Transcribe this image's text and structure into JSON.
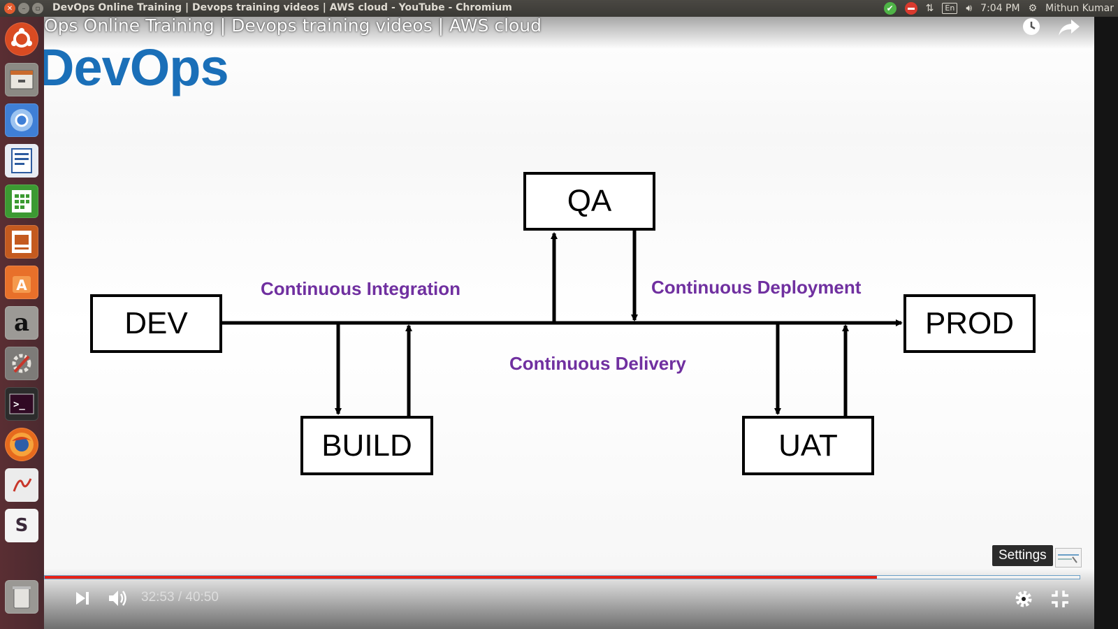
{
  "window": {
    "title": "DevOps Online Training | Devops training videos | AWS cloud - YouTube - Chromium"
  },
  "tray": {
    "language": "En",
    "time": "7:04 PM",
    "user": "Mithun Kumar"
  },
  "launcher": {
    "items": [
      {
        "name": "ubuntu-dash-icon",
        "color": "#d94b22"
      },
      {
        "name": "files-icon",
        "color": "#8c8a84"
      },
      {
        "name": "chromium-icon",
        "color": "#3f7fd6"
      },
      {
        "name": "writer-icon",
        "color": "#2d5b9f"
      },
      {
        "name": "calc-icon",
        "color": "#3c9a32"
      },
      {
        "name": "impress-icon",
        "color": "#c45a1f"
      },
      {
        "name": "software-center-icon",
        "color": "#e8702a"
      },
      {
        "name": "amazon-icon",
        "color": "#9c9a96"
      },
      {
        "name": "system-settings-icon",
        "color": "#7d7b78"
      },
      {
        "name": "terminal-icon",
        "color": "#2c2c2c"
      },
      {
        "name": "firefox-icon",
        "color": "#e66a1d"
      },
      {
        "name": "pdf-viewer-icon",
        "color": "#ececec"
      },
      {
        "name": "slack-icon",
        "color": "#f4f4f4"
      },
      {
        "name": "trash-icon",
        "color": "#9a9894"
      }
    ],
    "amazon_glyph": "a",
    "slack_glyph": "S"
  },
  "video": {
    "title": "Ops Online Training | Devops training videos | AWS cloud",
    "logo": "DevOps",
    "diagram": {
      "nodes": {
        "dev": "DEV",
        "qa": "QA",
        "prod": "PROD",
        "build": "BUILD",
        "uat": "UAT"
      },
      "labels": {
        "ci": "Continuous Integration",
        "cd": "Continuous Deployment",
        "delivery": "Continuous Delivery"
      },
      "label_color": "#7030a0",
      "logo_color": "#1a6fb8"
    }
  },
  "player": {
    "current_time": "32:53",
    "duration": "40:50",
    "time_display": "32:53 / 40:50",
    "progress_fraction": 0.804,
    "tooltip": "Settings",
    "progress_color": "#e62117"
  }
}
